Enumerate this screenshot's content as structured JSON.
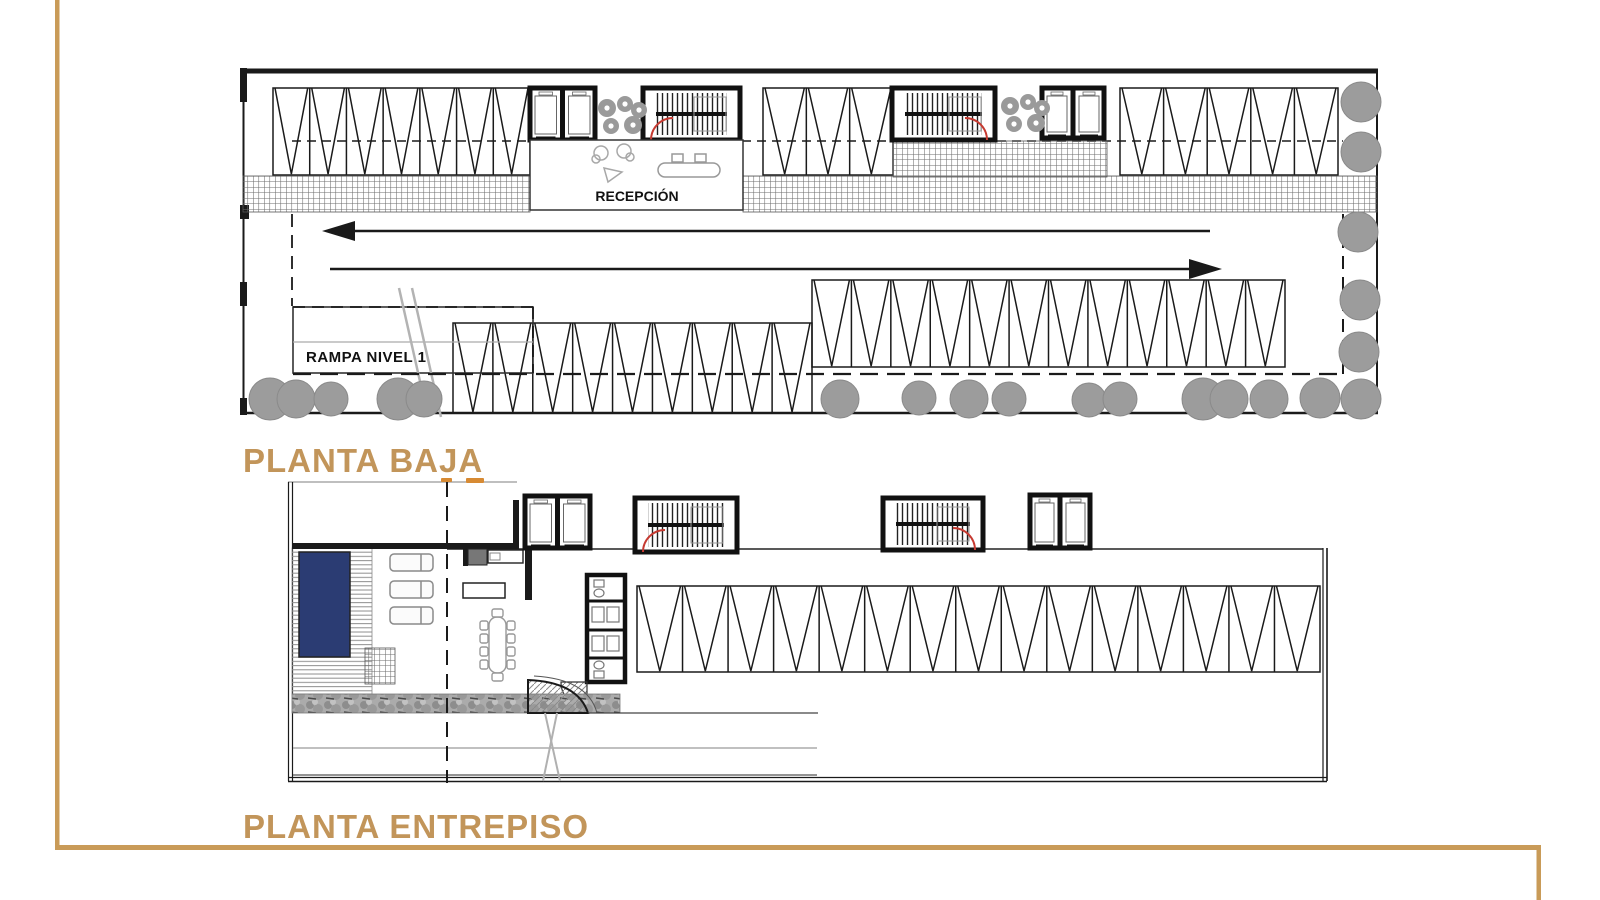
{
  "document": {
    "type": "architectural-floor-plans",
    "background": "#ffffff"
  },
  "plans": [
    {
      "id": "planta-baja",
      "title": "PLANTA BAJA",
      "labels": {
        "reception": "RECEPCIÓN",
        "ramp": "RAMPA NIVEL 1"
      },
      "features": [
        "parking-stalls",
        "elevators",
        "stairs",
        "reception-desk",
        "planters",
        "circulation-arrows",
        "ramp",
        "trees",
        "paved-walkway"
      ]
    },
    {
      "id": "planta-entrepiso",
      "title": "PLANTA ENTREPISO",
      "labels": {},
      "features": [
        "pool",
        "pool-deck",
        "lounge-chairs",
        "bar-counter",
        "dining-table",
        "bathroom-block",
        "elevators",
        "stairs",
        "parking-stalls",
        "landscape-strip",
        "curved-walkway"
      ]
    }
  ],
  "colors": {
    "accent_gold_text": "#C2955A",
    "frame_gold": "#C99B58",
    "pool_blue": "#2B3C73",
    "door_swing_red": "#C63A31",
    "tree_gray": "#9C9C9C",
    "line_black": "#1A1A1A",
    "hatch_gray": "#6E6E6E",
    "orange_marker": "#D78A33"
  }
}
